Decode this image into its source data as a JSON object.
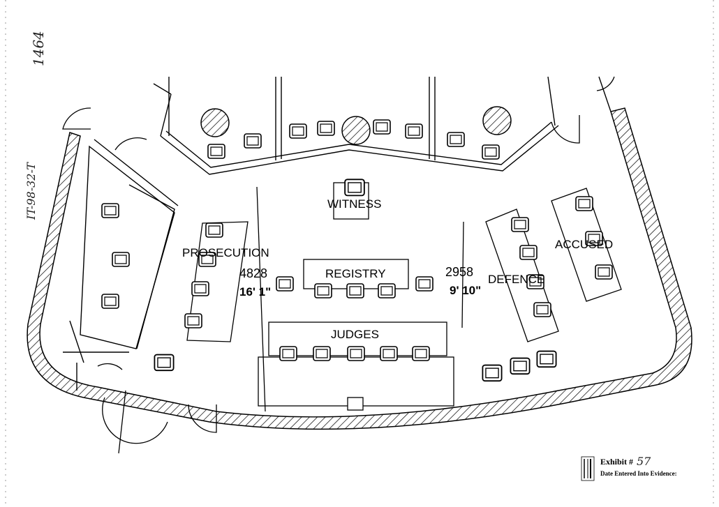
{
  "handwriting": {
    "page_number": "1464",
    "case_number": "IT-98-32-T"
  },
  "rooms": {
    "witness": "WITNESS",
    "prosecution": "PROSECUTION",
    "registry": "REGISTRY",
    "judges": "JUDGES",
    "defence": "DEFENCE",
    "accused": "ACCUSED"
  },
  "dimensions": {
    "left_mm": "4828",
    "left_ft": "16' 1\"",
    "right_mm": "2958",
    "right_ft": "9' 10\""
  },
  "stamp": {
    "exhibit_label": "Exhibit #",
    "exhibit_number": "57",
    "date_label": "Date Entered Into Evidence:"
  },
  "colors": {
    "ink": "#000000",
    "paper": "#ffffff"
  }
}
